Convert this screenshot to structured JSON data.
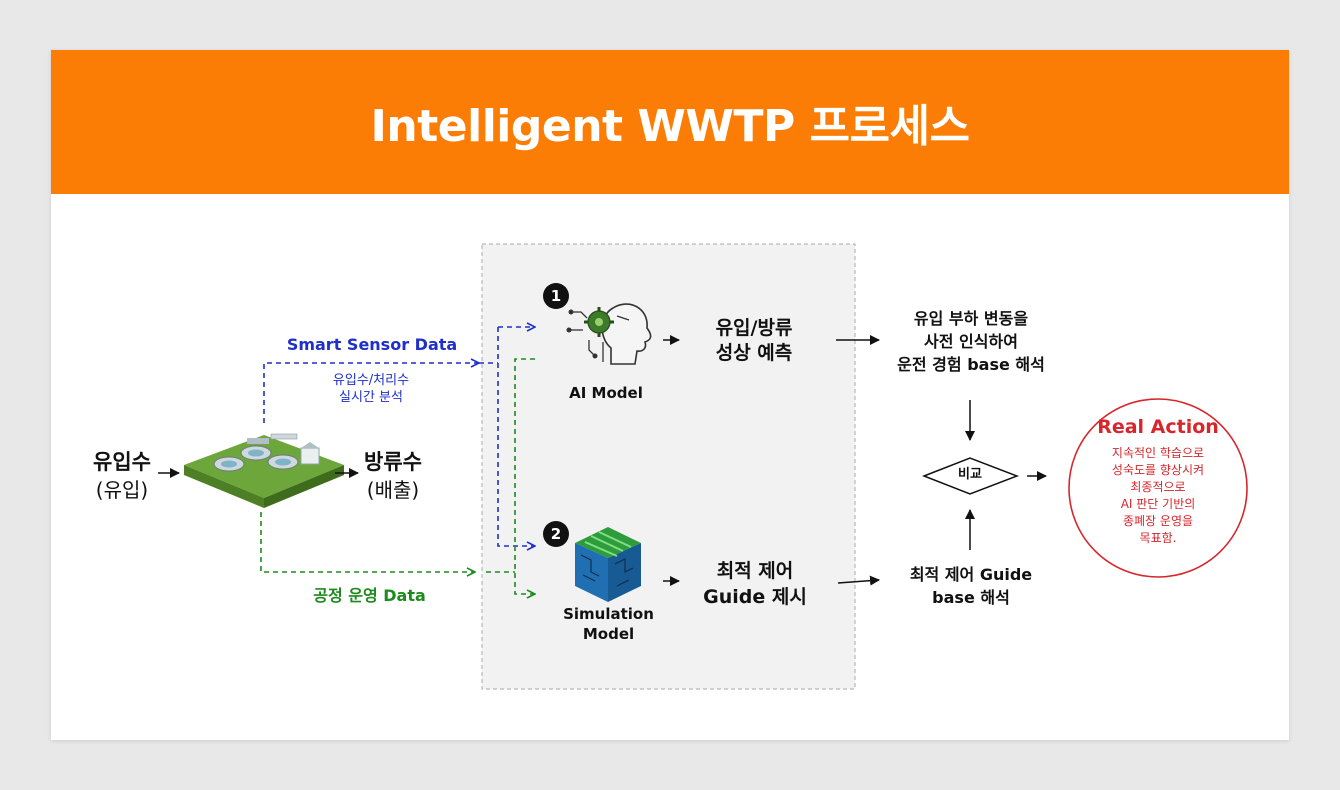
{
  "title": "Intelligent WWTP 프로세스",
  "inflow": {
    "line1": "유입수",
    "line2": "(유입)"
  },
  "outflow": {
    "line1": "방류수",
    "line2": "(배출)"
  },
  "smart_sensor": {
    "label": "Smart Sensor Data",
    "sub1": "유입수/처리수",
    "sub2": "실시간 분석"
  },
  "process_data": {
    "label": "공정 운영 Data"
  },
  "ai_model": {
    "number": "1",
    "label": "AI Model",
    "output1": "유입/방류",
    "output2": "성상 예측"
  },
  "sim_model": {
    "number": "2",
    "label1": "Simulation",
    "label2": "Model",
    "output1": "최적 제어",
    "output2": "Guide 제시"
  },
  "ai_result": {
    "line1": "유입 부하 변동을",
    "line2": "사전 인식하여",
    "line3": "운전 경험 base 해석"
  },
  "sim_result": {
    "line1": "최적 제어 Guide",
    "line2": "base 해석"
  },
  "compare": {
    "label": "비교"
  },
  "real_action": {
    "title": "Real Action",
    "line1": "지속적인 학습으로",
    "line2": "성숙도를 향상시켜",
    "line3": "최종적으로",
    "line4": "AI 판단 기반의",
    "line5": "종폐장 운영을",
    "line6": "목표함."
  },
  "colors": {
    "banner": "#fb7d06",
    "sensor_blue": "#1f2fc9",
    "process_green": "#1e8a1e",
    "action_red": "#d7262b"
  },
  "icons": {
    "plant": "treatment-plant-icon",
    "ai": "ai-head-icon",
    "sim": "simulation-cube-icon"
  }
}
